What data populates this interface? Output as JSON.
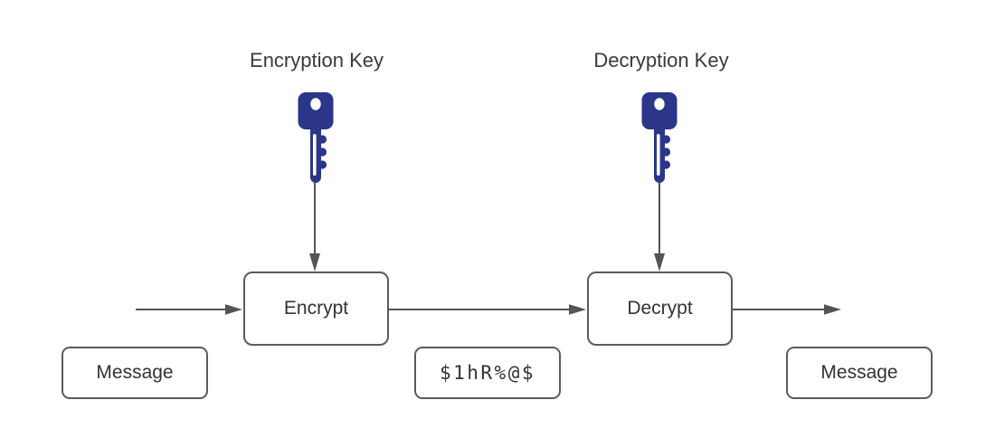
{
  "labels": {
    "encryption_key": "Encryption Key",
    "decryption_key": "Decryption Key"
  },
  "nodes": {
    "encrypt": "Encrypt",
    "decrypt": "Decrypt",
    "message_input": "Message",
    "ciphertext": "$1hR%@$",
    "message_output": "Message"
  },
  "icons": {
    "encryption_key": "key-icon",
    "decryption_key": "key-icon"
  },
  "colors": {
    "key_fill": "#2b3688",
    "key_hole": "#ffffff",
    "box_border": "#5b5b5b",
    "arrow_stroke": "#545454",
    "text": "#333333",
    "background": "#ffffff"
  }
}
